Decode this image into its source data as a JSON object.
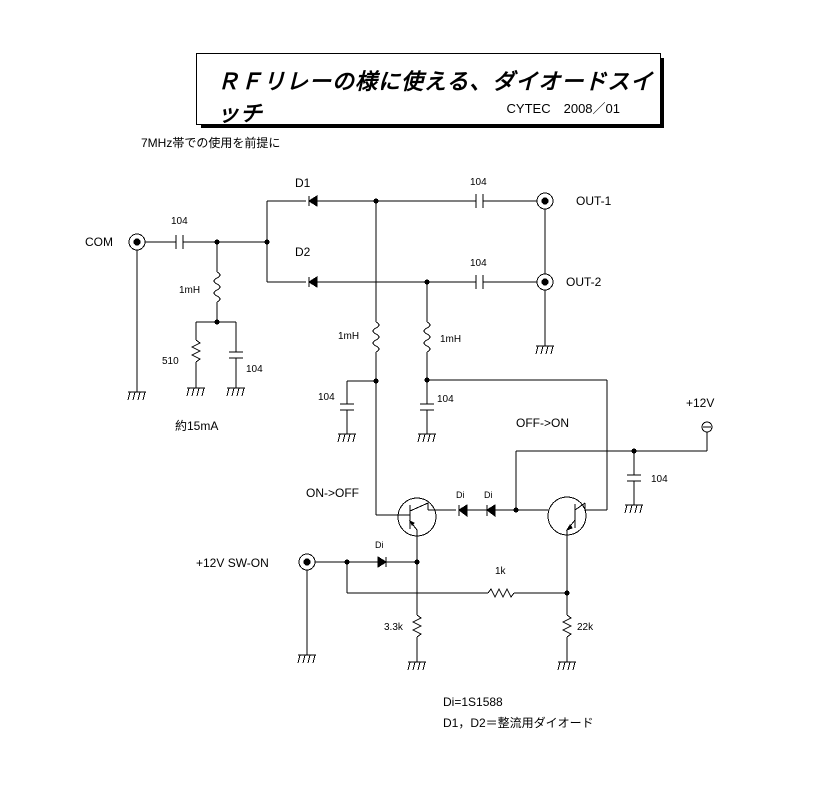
{
  "title": {
    "main": "ＲＦリレーの様に使える、ダイオードスイッチ",
    "sub": "CYTEC　2008／01"
  },
  "note": "7MHz帯での使用を前提に",
  "ports": {
    "com": "COM",
    "out1": "OUT-1",
    "out2": "OUT-2",
    "plus12v": "+12V",
    "sw_on": "+12V SW-ON"
  },
  "parts": {
    "d1": "D1",
    "d2": "D2",
    "c_com": "104",
    "c_out1": "104",
    "c_out2": "104",
    "l_bias": "1mH",
    "r510": "510",
    "c_bias": "104",
    "current": "約15mA",
    "l_d1": "1mH",
    "l_d2": "1mH",
    "c_d1": "104",
    "c_d2": "104",
    "c_12v": "104",
    "on_off": "ON->OFF",
    "off_on": "OFF->ON",
    "di1": "Di",
    "di2": "Di",
    "di3": "Di",
    "r1k": "1k",
    "r33k": "3.3k",
    "r22k": "22k"
  },
  "legend": {
    "line1": "Di=1S1588",
    "line2": "D1，D2＝整流用ダイオード"
  }
}
